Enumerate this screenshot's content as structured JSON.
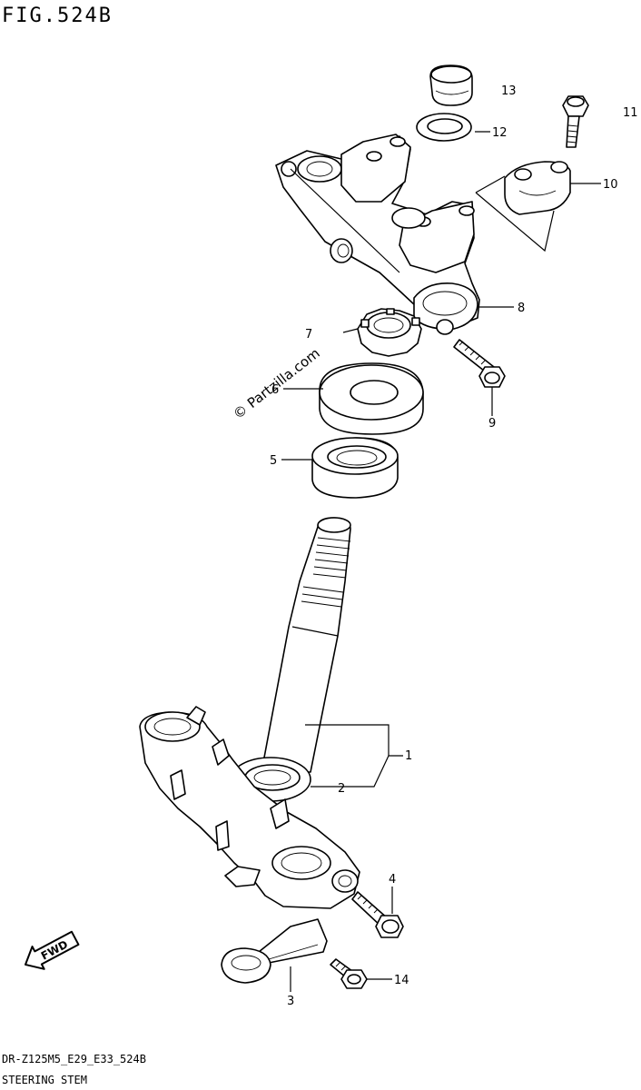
{
  "figure_title": "FIG.524B",
  "model_code": "DR-Z125M5_E29_E33_524B",
  "section_title": "STEERING STEM",
  "watermark": "© Partzilla.com",
  "fwd_label": "FWD",
  "callouts": [
    {
      "id": "1",
      "text": "1"
    },
    {
      "id": "2",
      "text": "2"
    },
    {
      "id": "3",
      "text": "3"
    },
    {
      "id": "4",
      "text": "4"
    },
    {
      "id": "5",
      "text": "5"
    },
    {
      "id": "6",
      "text": "6"
    },
    {
      "id": "7",
      "text": "7"
    },
    {
      "id": "8",
      "text": "8"
    },
    {
      "id": "9",
      "text": "9"
    },
    {
      "id": "10",
      "text": "10"
    },
    {
      "id": "11",
      "text": "11"
    },
    {
      "id": "12",
      "text": "12"
    },
    {
      "id": "13",
      "text": "13"
    },
    {
      "id": "14",
      "text": "14"
    }
  ]
}
